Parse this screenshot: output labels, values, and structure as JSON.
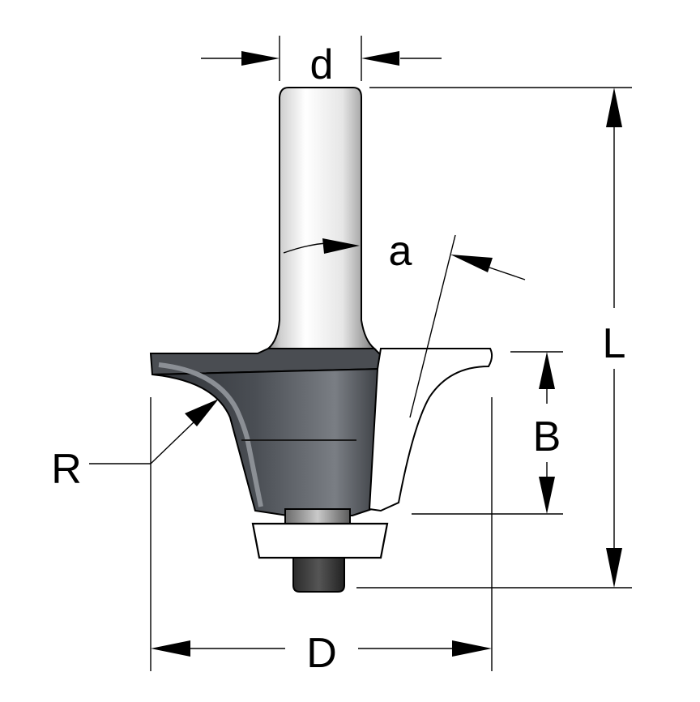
{
  "labels": {
    "d": "d",
    "a": "a",
    "L": "L",
    "B": "B",
    "R": "R",
    "D": "D"
  },
  "colors": {
    "cutter_dark": "#3a3d42",
    "cutter_mid": "#6b6f75",
    "shank_light": "#d8d8d8",
    "outline": "#000000",
    "background": "#ffffff"
  }
}
